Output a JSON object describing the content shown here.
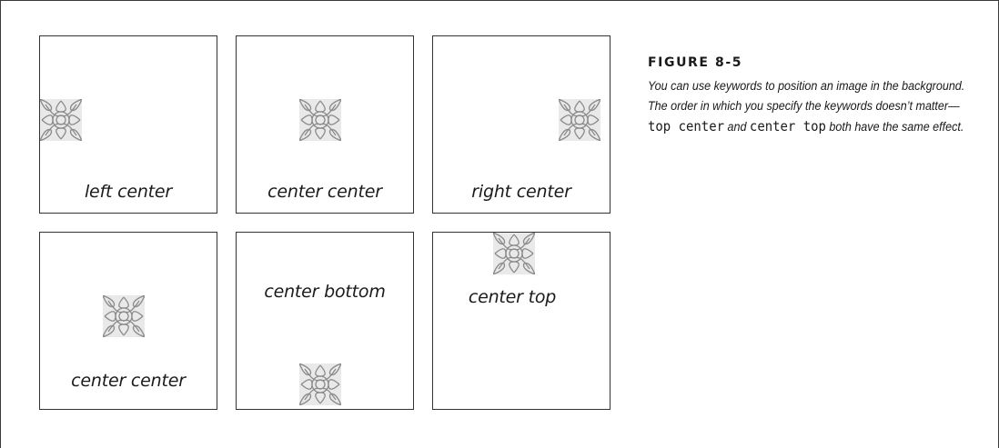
{
  "figure": {
    "title": "FIGURE 8-5",
    "caption": [
      {
        "text": "You can use keywords to position an image in the background. The order in which you specify the keywords doesn’t matter—",
        "code": false
      },
      {
        "text": "top center",
        "code": true
      },
      {
        "text": " and ",
        "code": false
      },
      {
        "text": "center top",
        "code": true
      },
      {
        "text": " both have the same effect.",
        "code": false
      }
    ]
  },
  "panels": [
    {
      "label": "left center",
      "position": "left center"
    },
    {
      "label": "center center",
      "position": "center center"
    },
    {
      "label": "right center",
      "position": "right center"
    },
    {
      "label": "center center",
      "position": "center center"
    },
    {
      "label": "center bottom",
      "position": "center bottom"
    },
    {
      "label": "center top",
      "position": "center top"
    }
  ]
}
